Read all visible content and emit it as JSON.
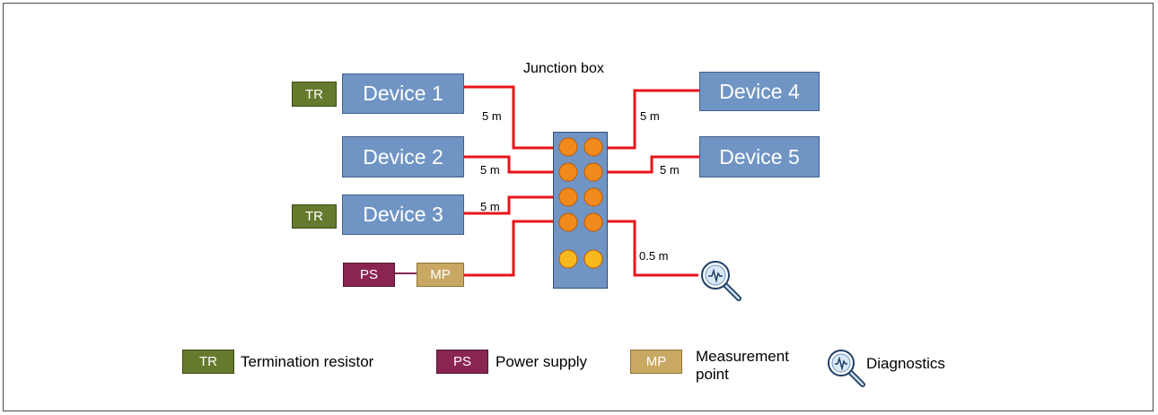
{
  "junction_box": {
    "title": "Junction box"
  },
  "devices": [
    {
      "label": "Device 1"
    },
    {
      "label": "Device 2"
    },
    {
      "label": "Device 3"
    },
    {
      "label": "Device 4"
    },
    {
      "label": "Device 5"
    }
  ],
  "cable_lengths": {
    "device1": "5 m",
    "device2": "5 m",
    "device3": "5 m",
    "device4": "5 m",
    "device5": "5 m",
    "diagnostics": "0.5 m"
  },
  "abbreviations": {
    "tr": "TR",
    "ps": "PS",
    "mp": "MP"
  },
  "legend": {
    "tr_text": "Termination resistor",
    "ps_text": "Power supply",
    "mp_text": "Measurement point",
    "diagnostics_text": "Diagnostics"
  },
  "colors": {
    "cable": "#e8141b",
    "device": "#7095c4",
    "termination_resistor": "#667a2e",
    "power_supply": "#8a2552",
    "measurement_point": "#c9a863",
    "port_active": "#f08a1c",
    "port_free": "#f9b91e"
  },
  "icons": {
    "diagnostics": "magnifier-pulse-icon"
  }
}
